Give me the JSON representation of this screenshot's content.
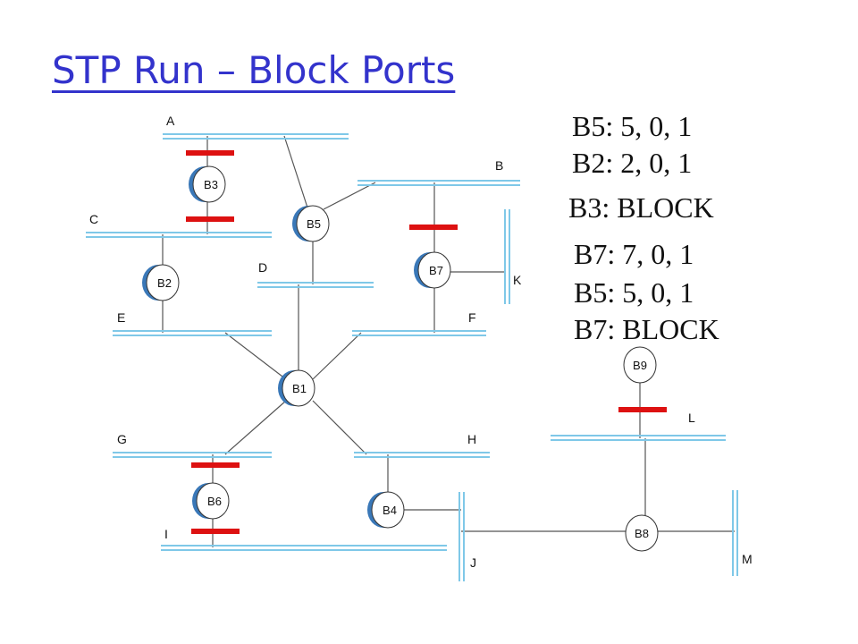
{
  "title": "STP Run – Block Ports",
  "segments": {
    "A": "A",
    "B": "B",
    "C": "C",
    "D": "D",
    "E": "E",
    "F": "F",
    "G": "G",
    "H": "H",
    "I": "I",
    "J": "J",
    "K": "K",
    "L": "L",
    "M": "M"
  },
  "bridges": {
    "B1": "B1",
    "B2": "B2",
    "B3": "B3",
    "B4": "B4",
    "B5": "B5",
    "B6": "B6",
    "B7": "B7",
    "B8": "B8",
    "B9": "B9"
  },
  "notes": [
    "B5: 5, 0, 1",
    "B2: 2, 0, 1",
    "B3: BLOCK",
    "B7: 7, 0, 1",
    "B5: 5, 0, 1",
    "B7: BLOCK"
  ],
  "colors": {
    "title": "#3333cc",
    "segment": "#7fc8e8",
    "bridge_fill": "#ffffff",
    "bridge_shadow": "#3a78b8",
    "block_marker": "#dd1111",
    "link": "#555555"
  }
}
